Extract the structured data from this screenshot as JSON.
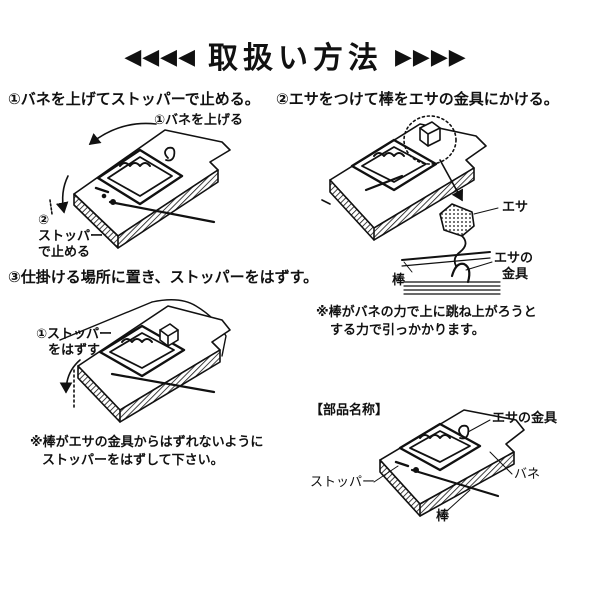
{
  "title": {
    "left_arrows": "◀◀◀◀",
    "text": "取扱い方法",
    "right_arrows": "▶▶▶▶"
  },
  "step1": {
    "heading": "①バネを上げてストッパーで止める。",
    "label_raise": "①バネを上げる",
    "label_stop_num": "②",
    "label_stop_line1": "ストッパー",
    "label_stop_line2": "で止める"
  },
  "step2": {
    "heading": "②エサをつけて棒をエサの金具にかける。",
    "label_bait": "エサ",
    "label_stick": "棒",
    "label_bait_hook_line1": "エサの",
    "label_bait_hook_line2": "金具",
    "note_line1": "※棒がバネの力で上に跳ね上がろうと",
    "note_line2": "する力で引っかかります。"
  },
  "step3": {
    "heading": "③仕掛ける場所に置き、ストッパーをはずす。",
    "label_release_line1": "①ストッパー",
    "label_release_line2": "をはずす",
    "note_line1": "※棒がエサの金具からはずれないように",
    "note_line2": "ストッパーをはずして下さい。"
  },
  "parts": {
    "heading": "【部品名称】",
    "label_bait_hook": "エサの金具",
    "label_stopper": "ストッパー",
    "label_spring": "バネ",
    "label_stick": "棒"
  }
}
